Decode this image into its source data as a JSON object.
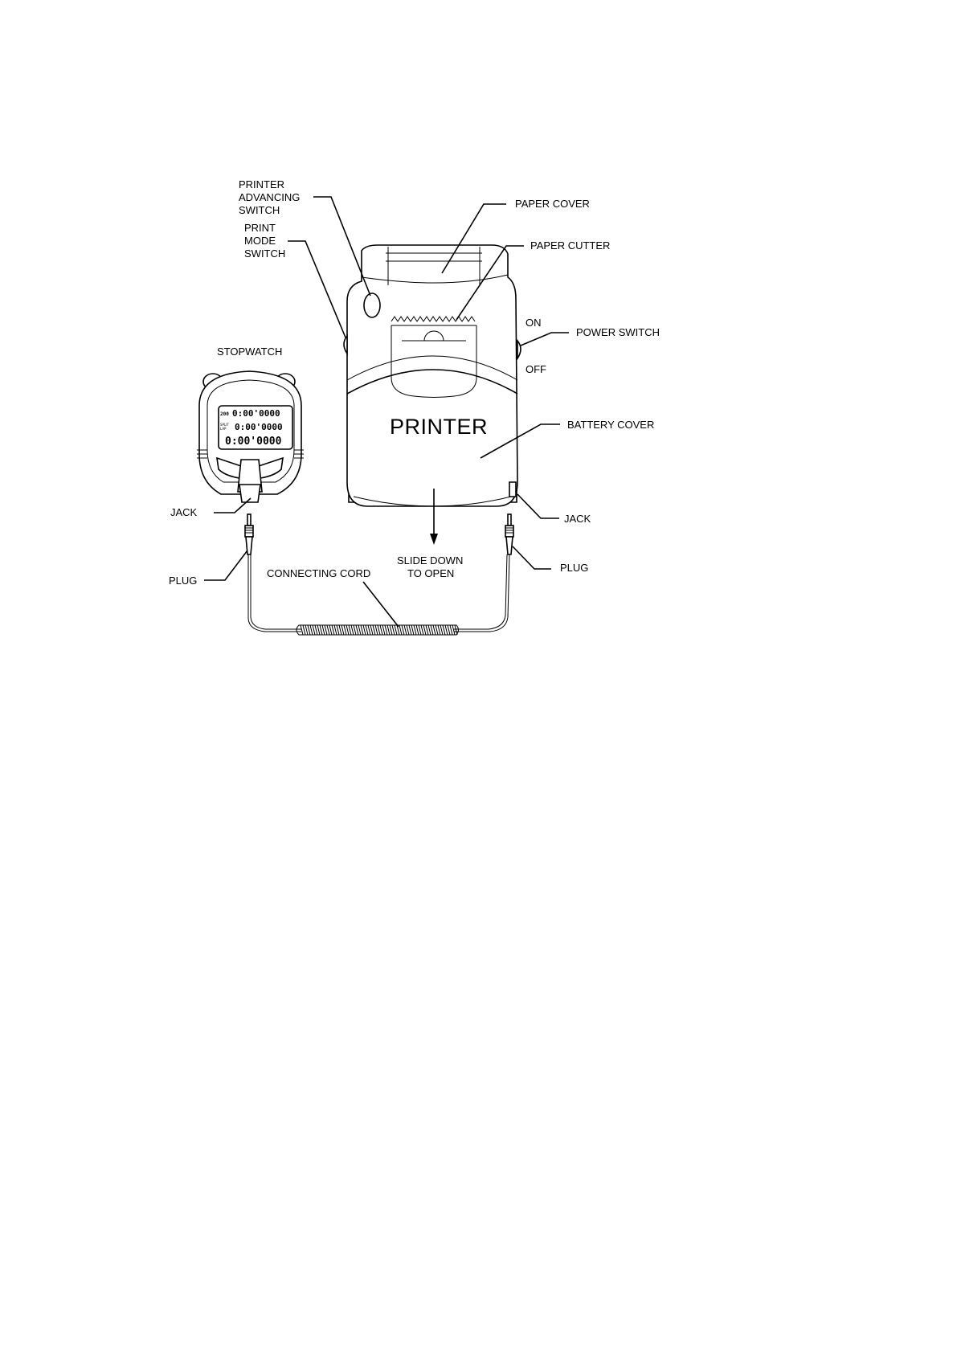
{
  "labels": {
    "printer_advancing_switch": [
      "PRINTER",
      "ADVANCING",
      "SWITCH"
    ],
    "print_mode_switch": [
      "PRINT",
      "MODE",
      "SWITCH"
    ],
    "stopwatch": "STOPWATCH",
    "paper_cover": "PAPER COVER",
    "paper_cutter": "PAPER CUTTER",
    "on": "ON",
    "off": "OFF",
    "power_switch": "POWER SWITCH",
    "printer": "PRINTER",
    "battery_cover": "BATTERY COVER",
    "jack_left": "JACK",
    "jack_right": "JACK",
    "plug_left": "PLUG",
    "plug_right": "PLUG",
    "connecting_cord": "CONNECTING CORD",
    "slide_down": [
      "SLIDE DOWN",
      "TO OPEN"
    ]
  },
  "stopwatch_display": {
    "row1_prefix": "200",
    "row1": "0:00'0000",
    "row2_note": [
      "SPLIT",
      "LAP"
    ],
    "row2": "0:00'0000",
    "row3": "0:00'0000"
  }
}
